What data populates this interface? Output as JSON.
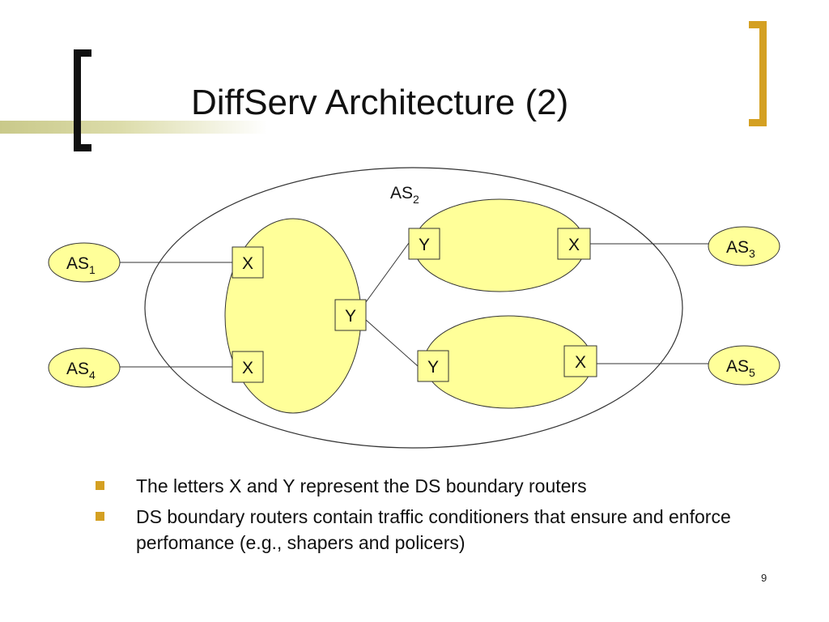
{
  "slide": {
    "title": "DiffServ Architecture (2)",
    "page_number": "9",
    "accent_color": "#d4a022",
    "node_fill": "#ffff99"
  },
  "diagram": {
    "outer_domain": {
      "name": "AS",
      "sub": "2"
    },
    "external_nodes": [
      {
        "id": "as1",
        "name": "AS",
        "sub": "1"
      },
      {
        "id": "as4",
        "name": "AS",
        "sub": "4"
      },
      {
        "id": "as3",
        "name": "AS",
        "sub": "3"
      },
      {
        "id": "as5",
        "name": "AS",
        "sub": "5"
      }
    ],
    "routers": [
      {
        "id": "x-left-top",
        "label": "X"
      },
      {
        "id": "x-left-bottom",
        "label": "X"
      },
      {
        "id": "y-center",
        "label": "Y"
      },
      {
        "id": "y-top-right",
        "label": "Y"
      },
      {
        "id": "x-top-right",
        "label": "X"
      },
      {
        "id": "y-bottom-right",
        "label": "Y"
      },
      {
        "id": "x-bottom-right",
        "label": "X"
      }
    ]
  },
  "bullets": [
    "The letters X and Y represent the DS boundary routers",
    "DS boundary routers contain traffic conditioners that ensure and enforce perfomance (e.g., shapers and policers)"
  ]
}
